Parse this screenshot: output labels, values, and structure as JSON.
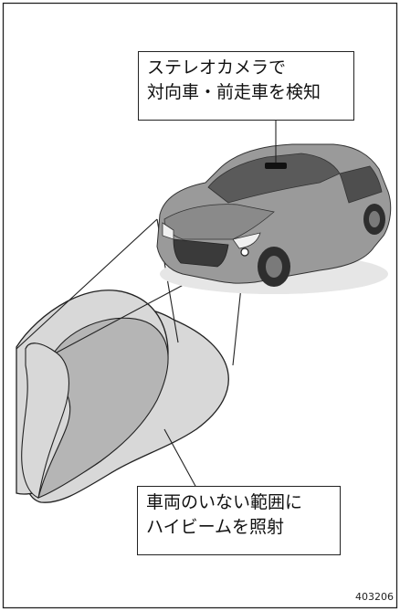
{
  "callouts": {
    "top": {
      "line1": "ステレオカメラで",
      "line2": "対向車・前走車を検知"
    },
    "bottom": {
      "line1": "車両のいない範囲に",
      "line2": "ハイビームを照射"
    }
  },
  "figure_id": "403206",
  "colors": {
    "beam_light": "#d8d8d8",
    "beam_dark": "#b5b5b5",
    "car_body": "#9a9a9a",
    "outline": "#222222"
  }
}
